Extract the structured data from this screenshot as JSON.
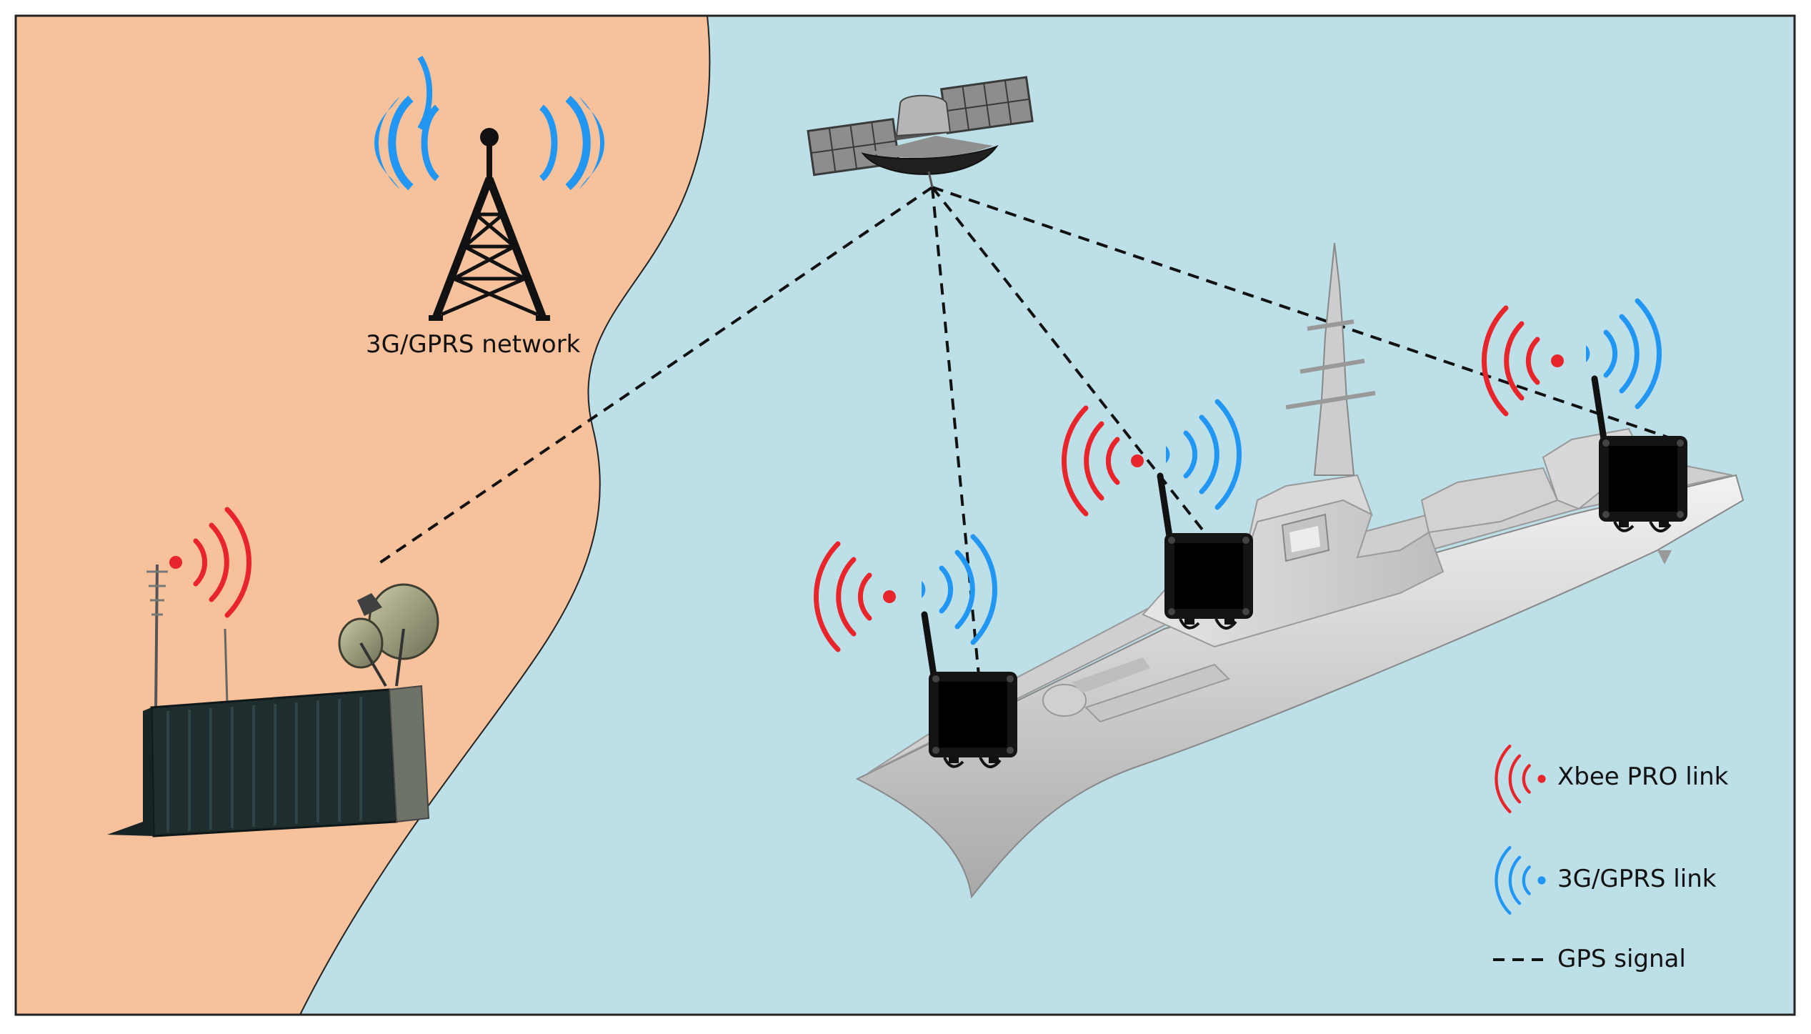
{
  "labels": {
    "tower": "3G/GPRS network"
  },
  "legend": {
    "xbee": "Xbee PRO link",
    "gprs": "3G/GPRS link",
    "gps": "GPS signal"
  },
  "colors": {
    "land": "#f7c29b",
    "sea": "#bddfe8",
    "xbee_link": "#e8252b",
    "gprs_link": "#2196f3",
    "ship_hull": "#d7d7d7",
    "container": "#1f2d2f",
    "device_box": "#141414"
  },
  "icons": [
    "cell-tower-icon",
    "satellite-icon",
    "ship-icon",
    "container-station-icon",
    "xbee-device-icon",
    "signal-waves-icon"
  ]
}
